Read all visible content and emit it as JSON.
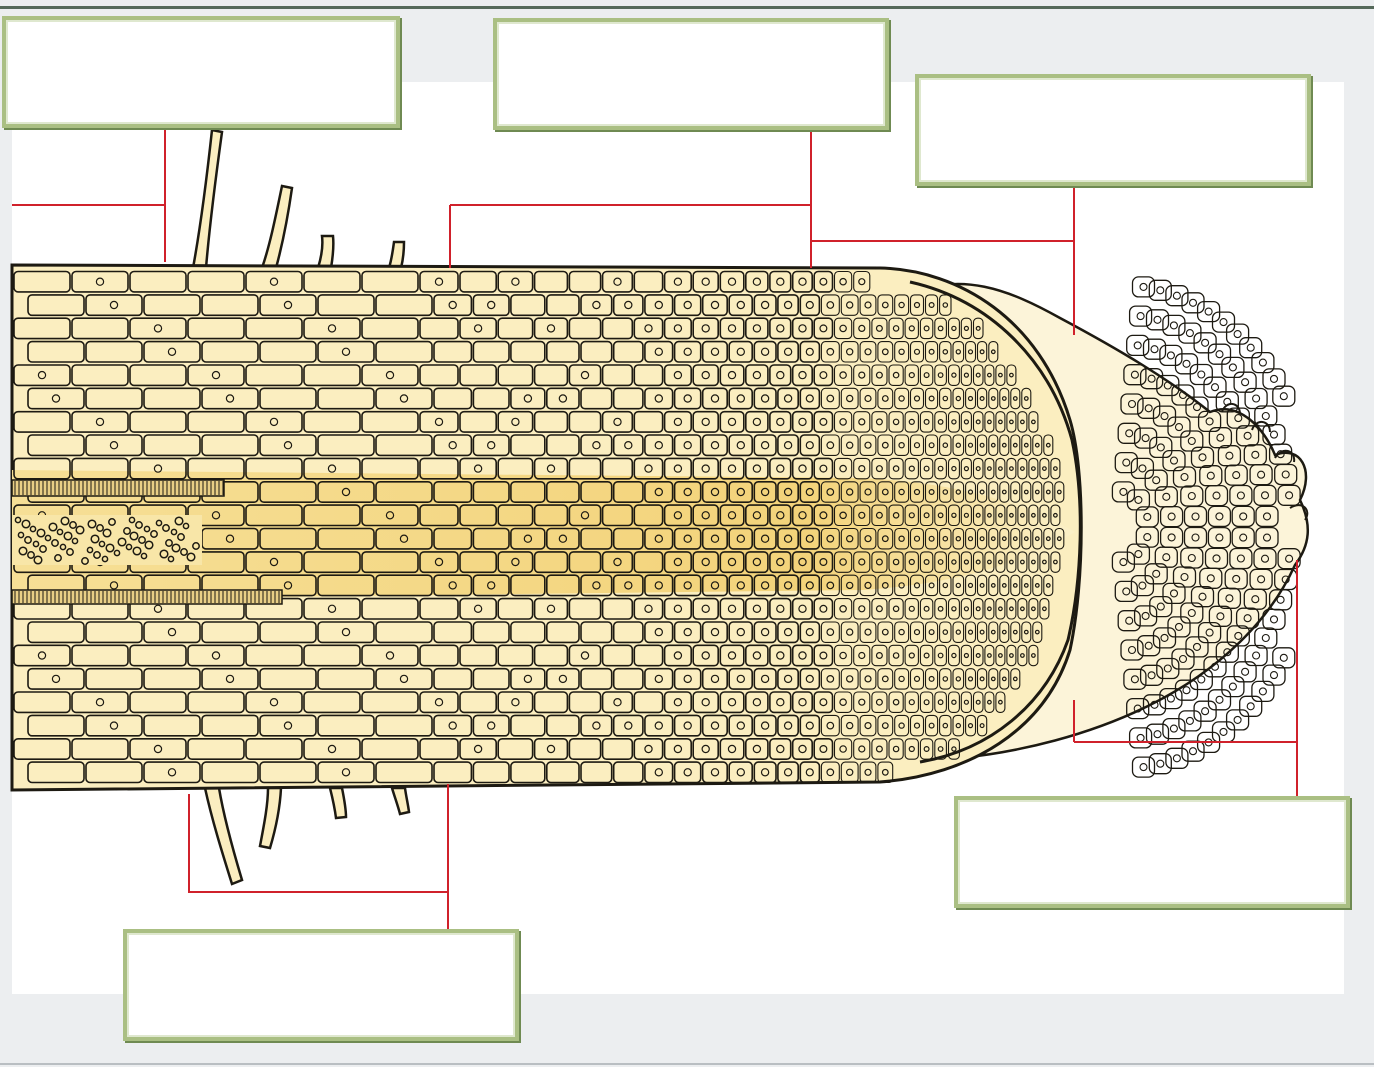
{
  "diagram": {
    "colors": {
      "background": "#eceef0",
      "panel": "#ffffff",
      "box_border": "#aabf83",
      "box_shadow": "#6f8a52",
      "leader_line": "#d0212b",
      "tissue_light": "#fbf0c8",
      "tissue_core": "#f3d37a",
      "tissue_outline": "#1d1a12"
    },
    "labels": [
      {
        "id": "label-root-hair",
        "text": ""
      },
      {
        "id": "label-region-of-elongation",
        "text": ""
      },
      {
        "id": "label-apical-meristem",
        "text": ""
      },
      {
        "id": "label-root-cap",
        "text": ""
      },
      {
        "id": "label-region-of-maturation",
        "text": ""
      }
    ]
  }
}
